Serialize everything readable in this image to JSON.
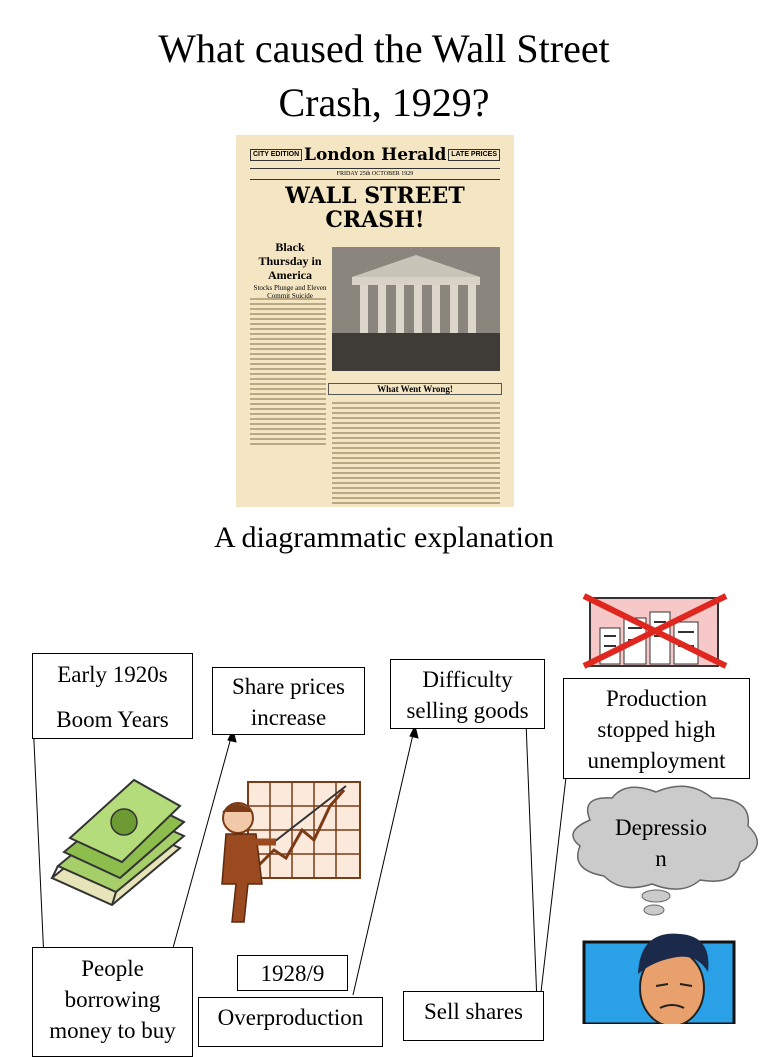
{
  "title_line1": "What caused the Wall Street",
  "title_line2": "Crash, 1929?",
  "newspaper": {
    "edition_tag": "CITY EDITION",
    "name": "London Herald",
    "prices_tag": "LATE PRICES",
    "date": "FRIDAY 25th OCTOBER 1929",
    "headline_line1": "WALL STREET",
    "headline_line2": "CRASH!",
    "side_head": "Black Thursday in America",
    "side_sub": "Stocks Plunge and Eleven Commit Suicide",
    "section_title": "What Went Wrong!"
  },
  "subtitle": "A diagrammatic explanation",
  "boxes": {
    "boom_line1": "Early 1920s",
    "boom_line2": "Boom Years",
    "share_prices_line1": "Share prices",
    "share_prices_line2": "increase",
    "difficulty_line1": "Difficulty",
    "difficulty_line2": "selling goods",
    "production_line1": "Production",
    "production_line2": "stopped high",
    "production_line3": "unemployment",
    "borrowing_line1": "People",
    "borrowing_line2": "borrowing",
    "borrowing_line3": "money to buy",
    "year": "1928/9",
    "overproduction": "Overproduction",
    "sell_shares": "Sell shares"
  },
  "thought_bubble_line1": "Depressio",
  "thought_bubble_line2": "n",
  "icons": [
    "newspaper-image",
    "money-icon",
    "presenter-chart-icon",
    "crossed-factory-icon",
    "worried-man-icon"
  ]
}
